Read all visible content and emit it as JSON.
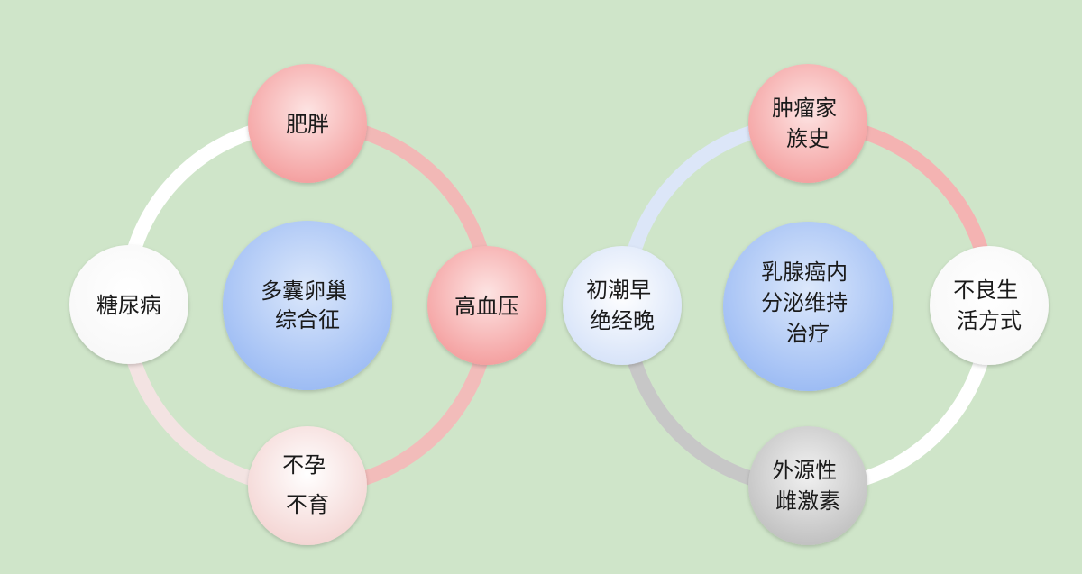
{
  "diagrams": [
    {
      "center": {
        "lines": [
          "多囊卵巢",
          "综合征"
        ]
      },
      "nodes": {
        "top": {
          "lines": [
            "肥胖"
          ]
        },
        "right": {
          "lines": [
            "高血压"
          ]
        },
        "bottom": {
          "lines": [
            "不孕",
            "不育"
          ]
        },
        "left": {
          "lines": [
            "糖尿病"
          ]
        }
      }
    },
    {
      "center": {
        "lines": [
          "乳腺癌内",
          "分泌维持",
          "治疗"
        ]
      },
      "nodes": {
        "top": {
          "lines": [
            "肿瘤家",
            "族史"
          ]
        },
        "right": {
          "lines": [
            "不良生",
            "活方式"
          ]
        },
        "bottom": {
          "lines": [
            "外源性",
            "雌激素"
          ]
        },
        "left": {
          "lines": [
            "初潮早",
            "绝经晚"
          ]
        }
      }
    }
  ],
  "colors": {
    "background": "#cfe5c9",
    "text": "#1a1a1a",
    "pink": "#f4a3a3",
    "pink_light": "#f6d0cf",
    "blue_center": "#a9c4f6",
    "blue_light": "#dbe6fa",
    "gray": "#c9c9c9",
    "white": "#ffffff"
  }
}
